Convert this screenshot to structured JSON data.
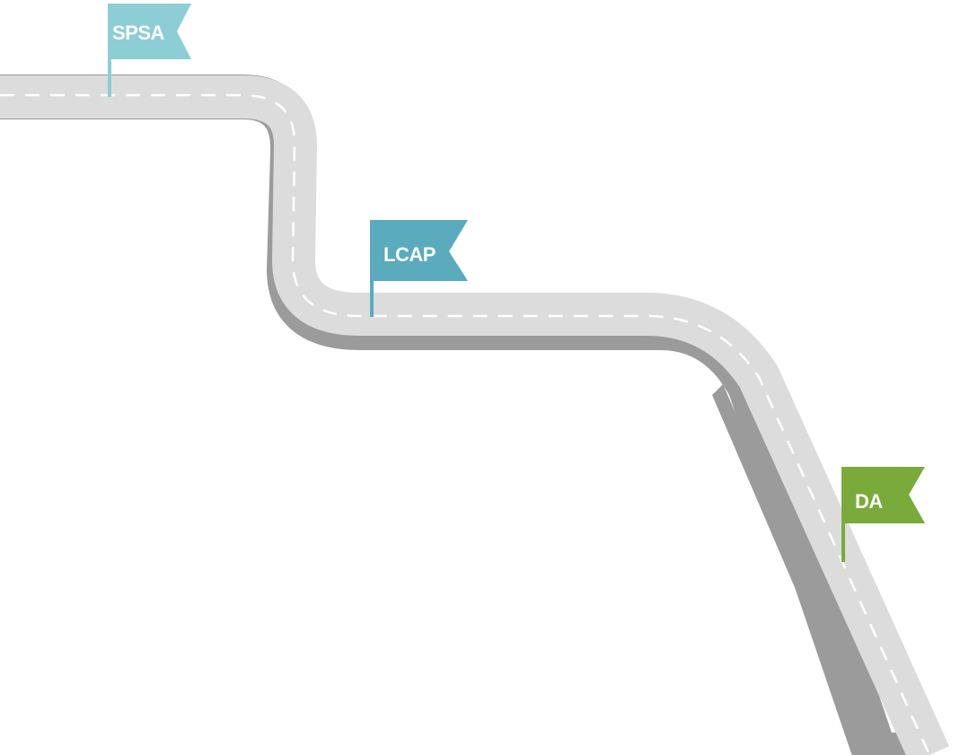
{
  "diagram": {
    "kind": "winding-road-milestones",
    "colors": {
      "road_surface": "#dcdcdc",
      "road_shadow": "#9b9b9b",
      "lane_marking": "#ffffff",
      "background": "#ffffff"
    },
    "milestones": [
      {
        "label": "SPSA",
        "color": "#8dcdd6"
      },
      {
        "label": "LCAP",
        "color": "#5aabbd"
      },
      {
        "label": "DA",
        "color": "#7aab3a"
      }
    ]
  }
}
